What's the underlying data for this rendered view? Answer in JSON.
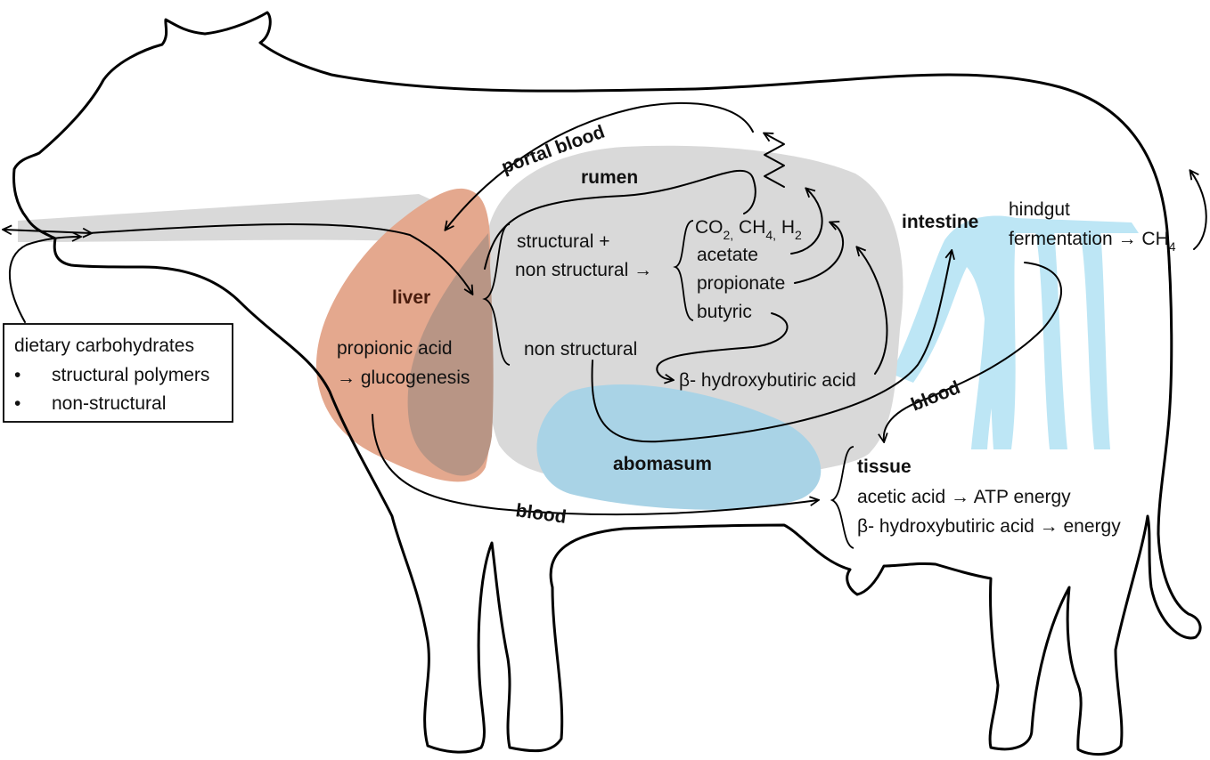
{
  "diagram": {
    "legend": {
      "title": "dietary carbohydrates",
      "items": [
        "structural polymers",
        "non-structural"
      ],
      "bullet": "•"
    },
    "labels": {
      "portal_blood": "portal blood",
      "rumen": "rumen",
      "liver": "liver",
      "intestine": "intestine",
      "abomasum": "abomasum",
      "blood_left": "blood",
      "blood_right": "blood",
      "tissue": "tissue"
    },
    "rumen_text": {
      "structural_line1": "structural +",
      "structural_line2": "non structural →",
      "non_structural": "non structural",
      "co2": "CO",
      "co2_sub": "2,",
      "ch4": " CH",
      "ch4_sub": "4,",
      "h2": " H",
      "h2_sub": "2",
      "acetate": "acetate",
      "propionate": "propionate",
      "butyric": "butyric",
      "bhba": "β- hydroxybutiric acid"
    },
    "liver_text": {
      "line1": "propionic acid",
      "line2": "→ glucogenesis"
    },
    "hindgut": {
      "line1": "hindgut",
      "line2": "fermentation → CH",
      "line2_sub": "4"
    },
    "tissue_text": {
      "line1": "acetic acid → ATP energy",
      "line2": "β- hydroxybutiric acid → energy"
    },
    "colors": {
      "rumen_fill": "#d9d9d9",
      "liver_fill": "#e4a88e",
      "liver_overlap": "#b89585",
      "abomasum_fill": "#a9d3e6",
      "intestine_fill": "#bde6f5",
      "outline": "#000000"
    }
  }
}
